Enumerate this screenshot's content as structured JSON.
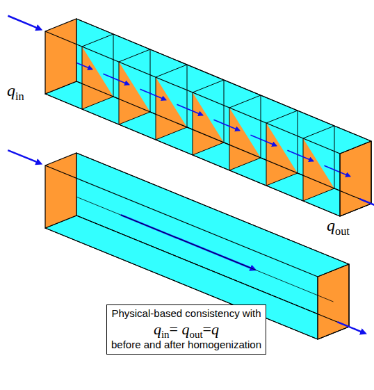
{
  "diagram": {
    "nodes": [
      {
        "text": [
          "Physical-based consistency with",
          "qin= qout=q",
          "before and after homogenization"
        ]
      }
    ],
    "labels": [
      "qin",
      "qout"
    ]
  }
}
